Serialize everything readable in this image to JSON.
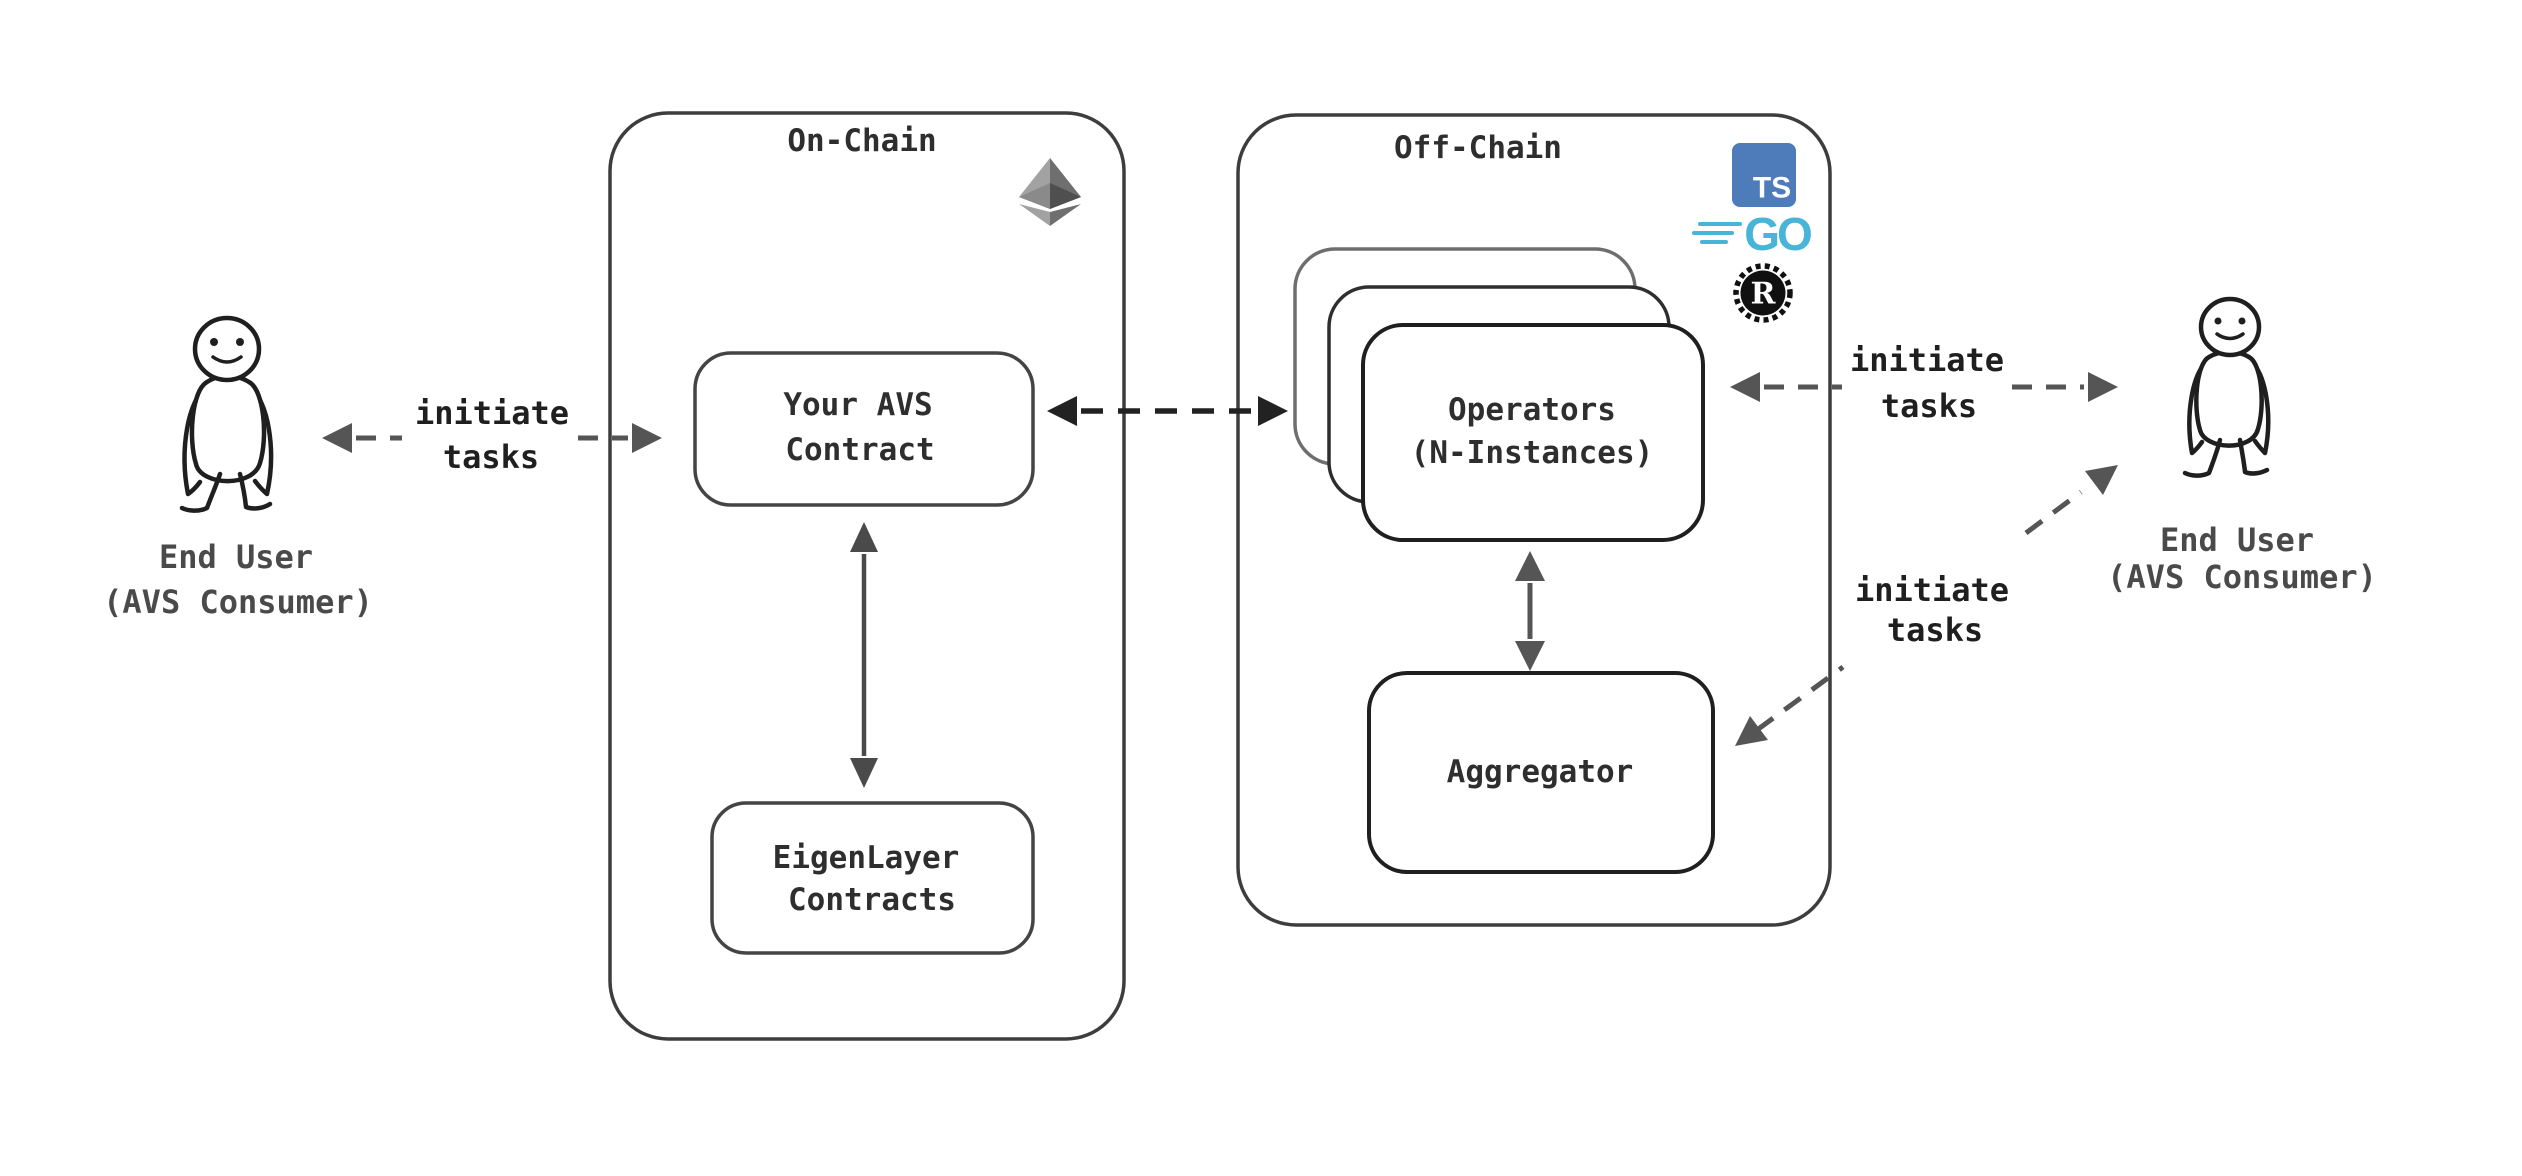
{
  "users": {
    "left": {
      "line1": "End User",
      "line2": "(AVS Consumer)"
    },
    "right": {
      "line1": "End User",
      "line2": "(AVS Consumer)"
    }
  },
  "on_chain": {
    "title": "On-Chain",
    "avs_contract": {
      "line1": "Your AVS",
      "line2": "Contract"
    },
    "eigenlayer_contracts": {
      "line1": "EigenLayer",
      "line2": "Contracts"
    }
  },
  "off_chain": {
    "title": "Off-Chain",
    "operators": {
      "line1": "Operators",
      "line2": "(N-Instances)"
    },
    "aggregator": {
      "label": "Aggregator"
    }
  },
  "tech_icons": {
    "typescript": "TS",
    "go": "GO",
    "rust": "R"
  },
  "arrow_labels": {
    "left": {
      "line1": "initiate",
      "line2": "tasks"
    },
    "right_top": {
      "line1": "initiate",
      "line2": "tasks"
    },
    "right_diagonal": {
      "line1": "initiate",
      "line2": "tasks"
    }
  },
  "colors": {
    "background": "#ffffff",
    "container_stroke": "#3d3d3d",
    "box_stroke": "#444444",
    "box_stroke_dark": "#1f1f1f",
    "box_stroke_back": "#6e6e6e",
    "arrow_gray": "#555555",
    "arrow_black": "#222222",
    "text_dark": "#1f1f1f",
    "text_box": "#2e2e2e",
    "text_gray": "#4a4a4a",
    "ts_blue": "#4e7cbb",
    "go_cyan": "#47b4d8",
    "rust_black": "#101010",
    "eth_light": "#a2a2a2",
    "eth_mid": "#6f6f6f",
    "eth_dark": "#4f4f4f"
  }
}
